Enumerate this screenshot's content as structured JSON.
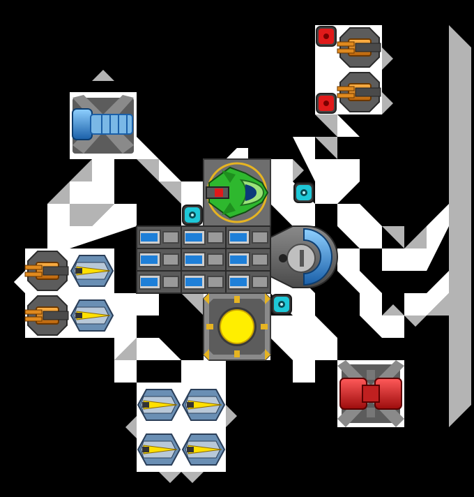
{
  "scene": {
    "background_color": "#000000",
    "corridor_color": "#ffffff",
    "wall_color": "#b4b4b4",
    "plate_color": "#6e6e6e",
    "dark_metal": "#3c3c3c"
  },
  "modules": {
    "bridge": {
      "icon": "green-ship-icon",
      "accent": "#2eb82e",
      "ring": "#e6b422"
    },
    "reactor": {
      "icon": "yellow-reactor-icon",
      "accent": "#ffee00"
    },
    "engine": {
      "icon": "dome-engine-icon",
      "accent": "#4a9bd6"
    },
    "cargo": {
      "icon": "cargo-canister-icon",
      "accent": "#1e7fd8",
      "count": 9
    },
    "shield": {
      "icon": "blue-shield-generator-icon",
      "accent": "#7ab8e6"
    },
    "red_thruster": {
      "icon": "red-thruster-icon",
      "accent": "#e01a1a"
    },
    "orange_turret": {
      "icon": "orange-gun-turret-icon",
      "accent": "#e08a1e",
      "count": 4
    },
    "yellow_missile": {
      "icon": "yellow-missile-launcher-icon",
      "accent": "#ffe000",
      "count": 6
    },
    "red_mine": {
      "icon": "red-mine-icon",
      "accent": "#e01a1a",
      "count": 2
    },
    "teal_power_node": {
      "icon": "teal-power-node-icon",
      "accent": "#1ec8d8",
      "count": 3
    }
  }
}
